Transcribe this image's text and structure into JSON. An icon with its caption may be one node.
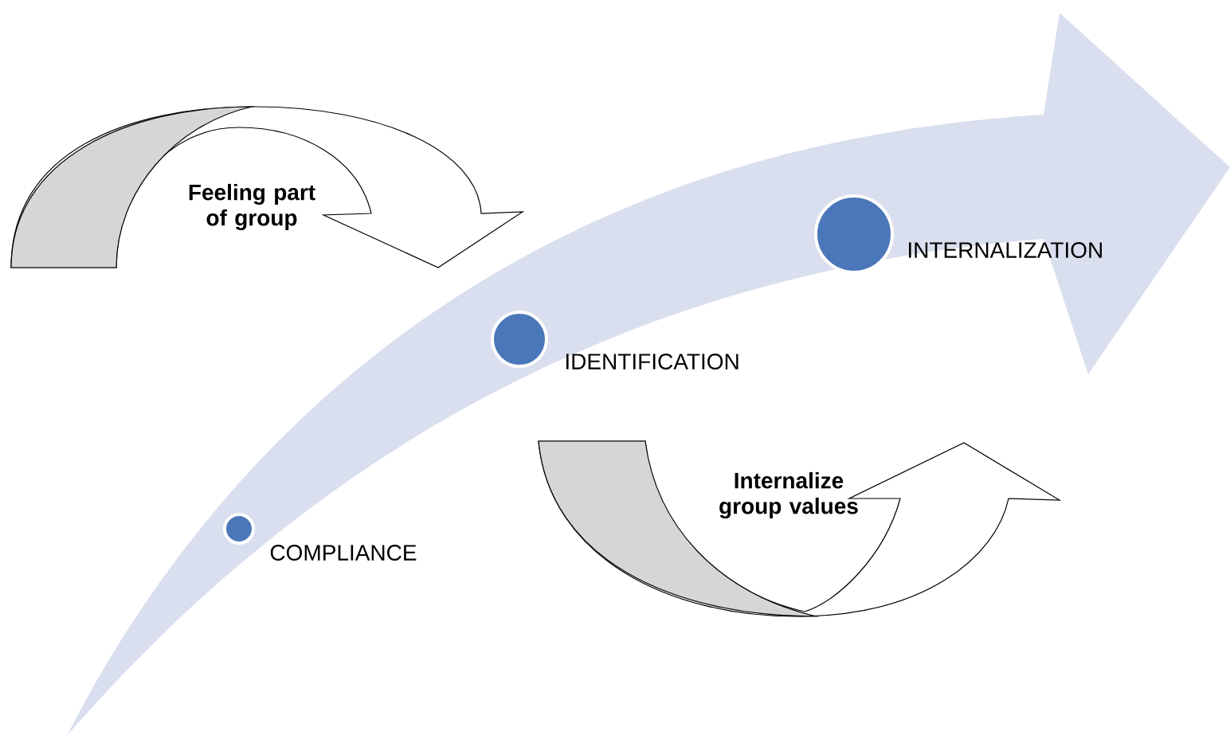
{
  "diagram": {
    "nodes": [
      {
        "text": [
          "Feeling part of group"
        ]
      },
      {
        "text": [],
        "shape": "circle",
        "beside": [
          "INTERNALIZATION"
        ]
      },
      {
        "text": [],
        "shape": "circle",
        "beside": [
          "IDENTIFICATION"
        ]
      },
      {
        "text": [
          "Internalize group values"
        ]
      },
      {
        "text": [],
        "shape": "circle",
        "beside": [
          "COMPLIANCE"
        ]
      }
    ]
  }
}
